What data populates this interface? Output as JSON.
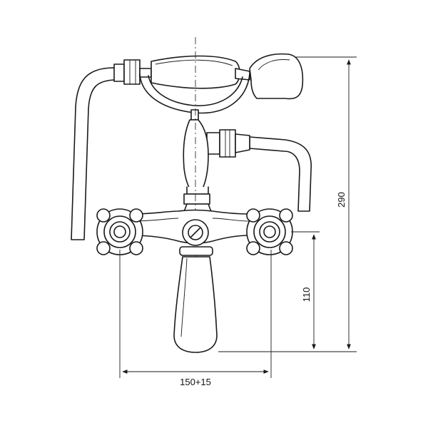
{
  "dimensions": {
    "total_height": "290",
    "outlet_height": "110",
    "centre_distance": "150+15"
  }
}
